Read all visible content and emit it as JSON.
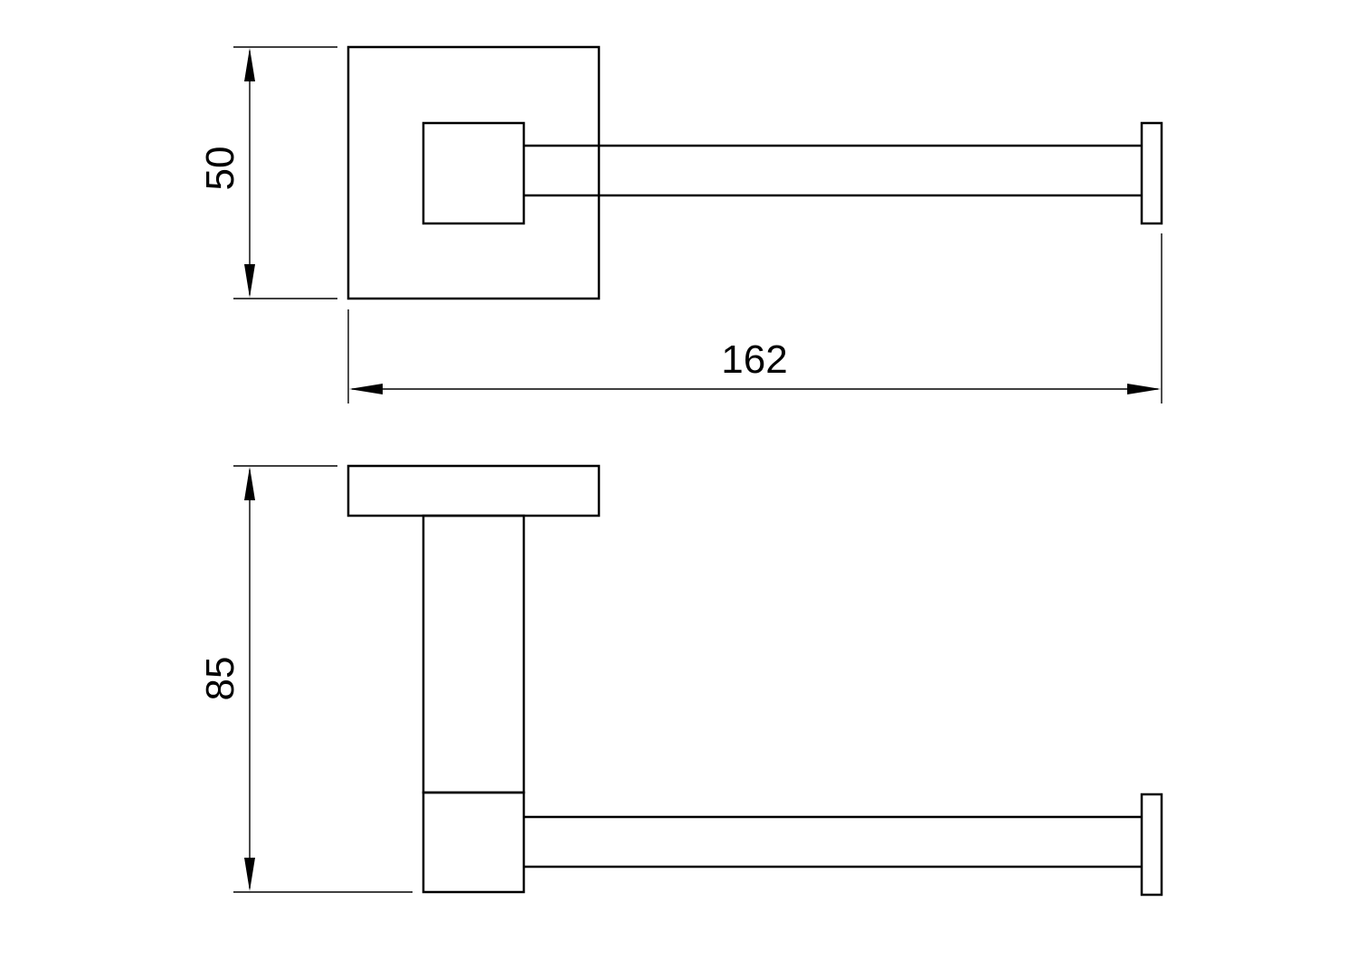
{
  "dimensions": {
    "height_top_view": "50",
    "overall_width": "162",
    "depth_side_view": "85"
  },
  "colors": {
    "line": "#000000",
    "background": "#ffffff"
  }
}
